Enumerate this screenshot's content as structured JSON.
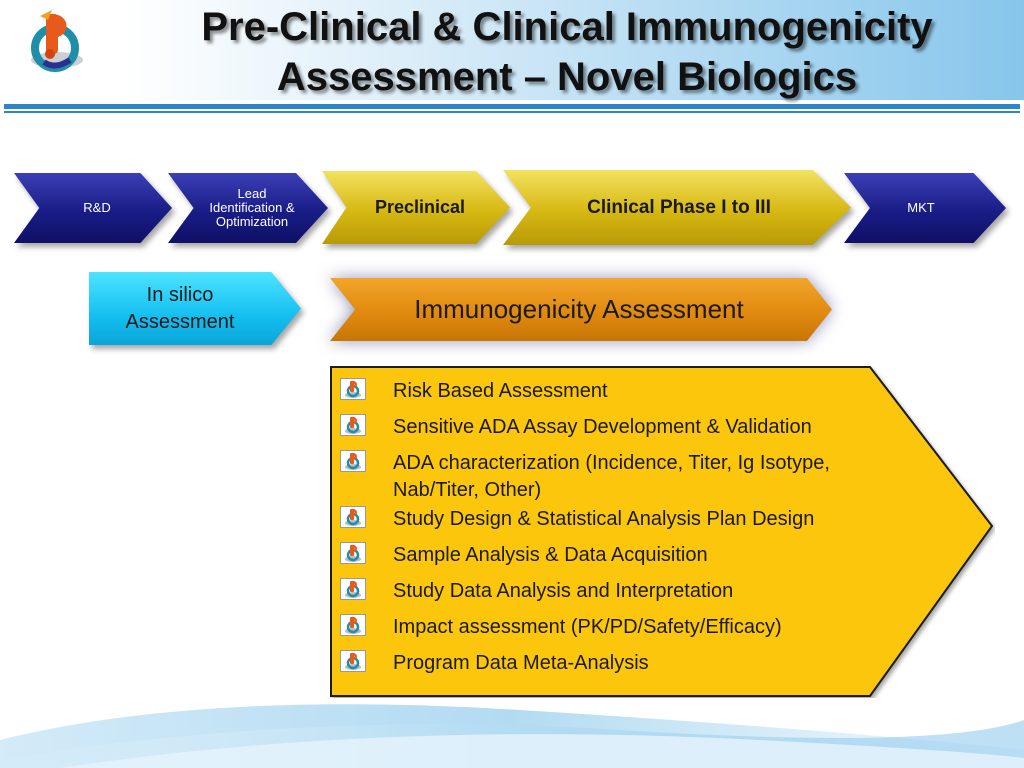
{
  "title": {
    "line1": "Pre-Clinical & Clinical Immunogenicity",
    "line2": "Assessment – Novel Biologics"
  },
  "phases": [
    {
      "label": "R&D"
    },
    {
      "label": "Lead Identification & Optimization"
    },
    {
      "label": "Preclinical"
    },
    {
      "label": "Clinical Phase I to III"
    },
    {
      "label": "MKT"
    }
  ],
  "in_silico": {
    "line1": "In silico",
    "line2": "Assessment"
  },
  "immunogenicity": {
    "label": "Immunogenicity Assessment"
  },
  "activities": [
    "Risk Based Assessment",
    "Sensitive ADA Assay Development & Validation",
    "ADA characterization (Incidence, Titer, Ig Isotype, Nab/Titer, Other)",
    "Study Design & Statistical Analysis Plan Design",
    "Sample Analysis & Data Acquisition",
    "Study Data Analysis and Interpretation",
    "Impact assessment (PK/PD/Safety/Efficacy)",
    "Program Data Meta-Analysis"
  ],
  "colors": {
    "navy": "#191c86",
    "gold": "#d6b812",
    "cyan": "#14bff0",
    "orange": "#e08a0f",
    "list_yellow": "#fcc60a",
    "rule_blue": "#2e86c8"
  },
  "icons": {
    "logo": "company-logo-icon",
    "bullet": "logo-bullet-icon"
  }
}
